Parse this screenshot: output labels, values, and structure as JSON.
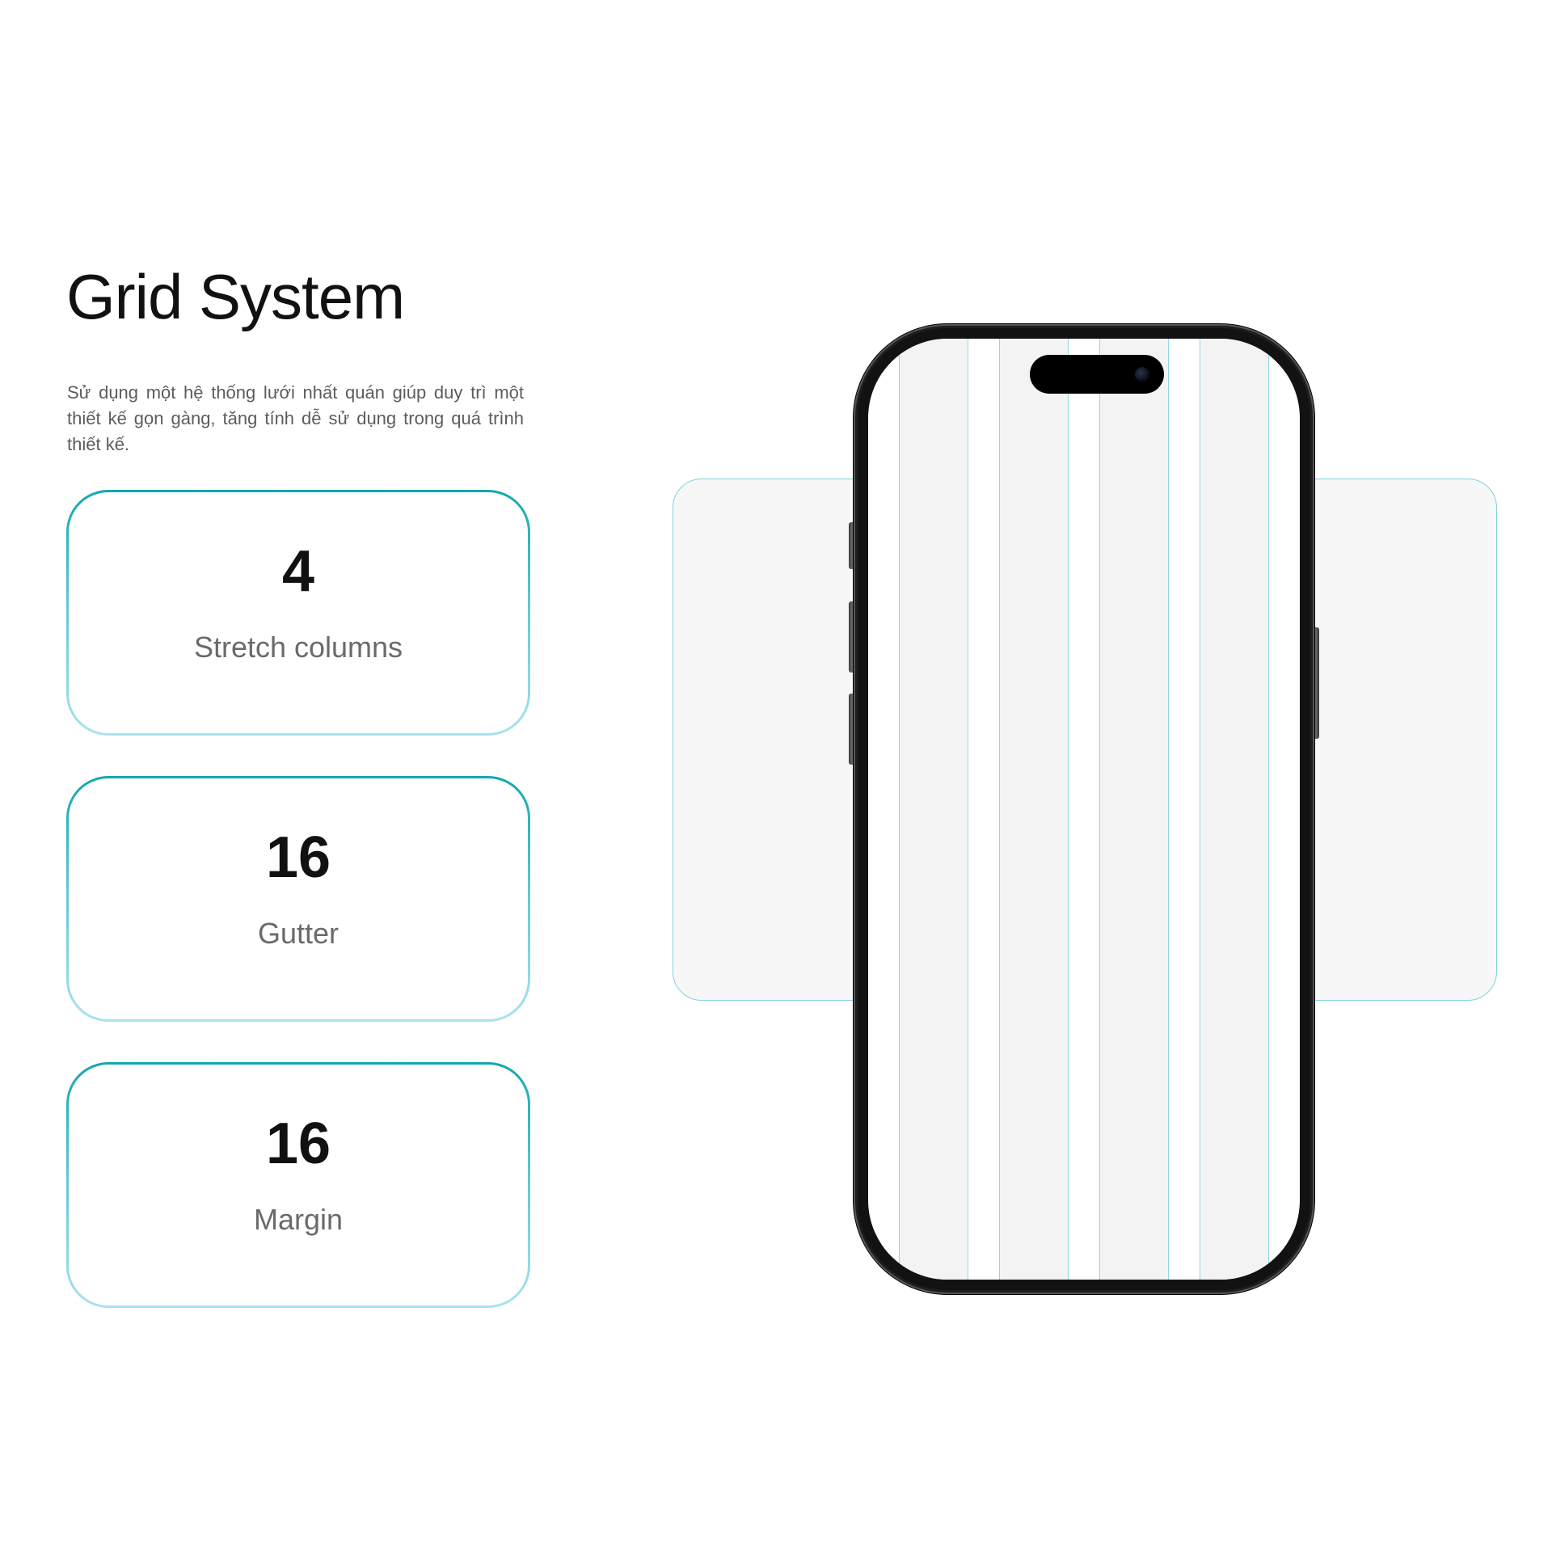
{
  "page": {
    "title": "Grid System",
    "description": "Sử dụng một hệ thống lưới nhất quán giúp duy trì một thiết kế gọn gàng, tăng tính dễ sử dụng trong quá trình thiết kế."
  },
  "cards": [
    {
      "value": "4",
      "label": "Stretch columns"
    },
    {
      "value": "16",
      "label": "Gutter"
    },
    {
      "value": "16",
      "label": "Margin"
    }
  ],
  "grid": {
    "columns": 4,
    "gutter": 16,
    "margin": 16
  },
  "colors": {
    "accent": "#11a7b0",
    "accent_light": "#a9e3ef",
    "grid_line": "#8fd8e2",
    "column_fill": "#f3f3f3",
    "phone_frame": "#121212"
  }
}
